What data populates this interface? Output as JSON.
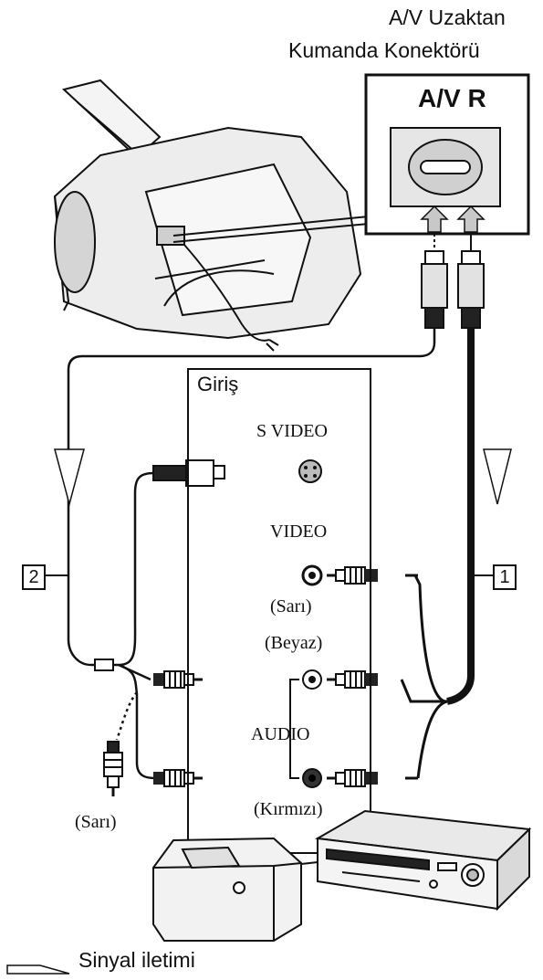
{
  "connector": {
    "title_line1": "A/V Uzaktan",
    "title_line2": "Kumanda Konektörü",
    "port_label": "A/V R"
  },
  "input_panel": {
    "title": "Giriş",
    "s_video": "S VIDEO",
    "video": "VIDEO",
    "audio": "AUDIO",
    "yellow": "(Sarı)",
    "white": "(Beyaz)",
    "red": "(Kırmızı)"
  },
  "left_plug_label": "(Sarı)",
  "callouts": {
    "one": "1",
    "two": "2"
  },
  "legend": {
    "signal": "Sinyal iletimi"
  },
  "colors": {
    "line": "#111111",
    "fill_light": "#e9e9e9",
    "fill_mid": "#bdbdbd",
    "arrow_fill": "#b8b8b8"
  }
}
